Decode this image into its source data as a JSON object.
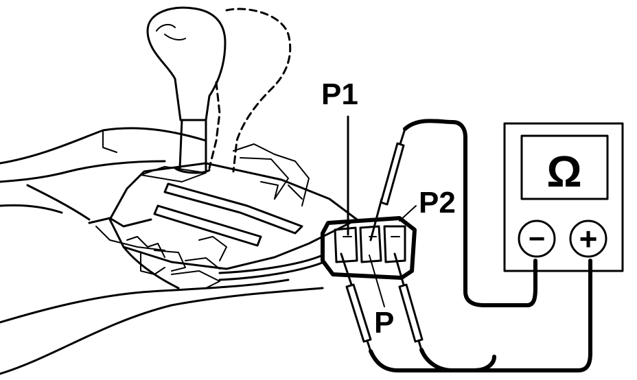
{
  "labels": {
    "p1": "P1",
    "p2": "P2",
    "p": "P"
  },
  "meter": {
    "symbol": "Ω",
    "negative": "−",
    "positive": "+"
  }
}
